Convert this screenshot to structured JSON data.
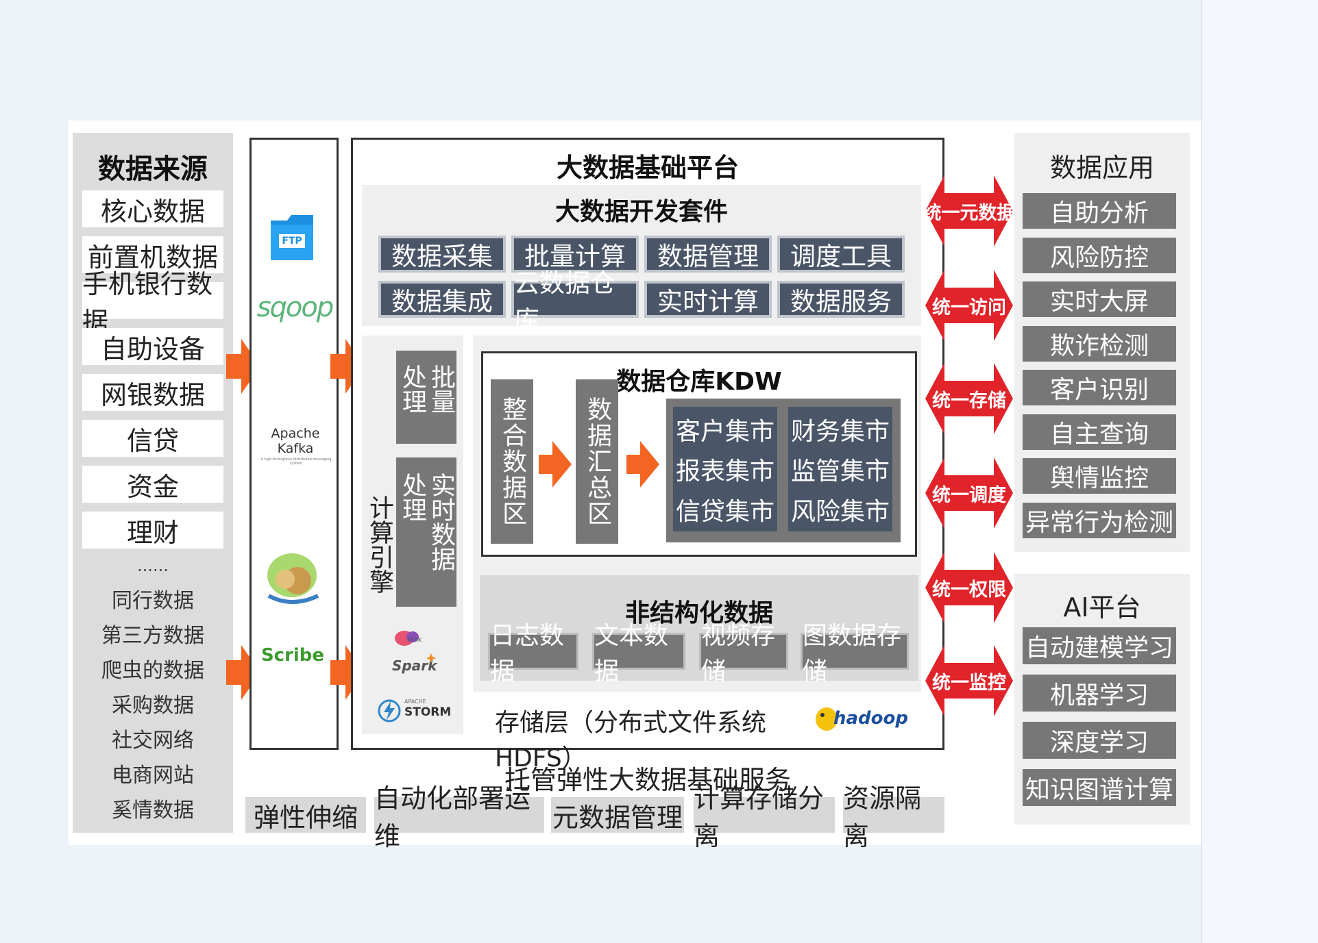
{
  "sources": {
    "title": "数据来源",
    "items": [
      "核心数据",
      "前置机数据",
      "手机银行数据",
      "自助设备",
      "网银数据",
      "信贷",
      "资金",
      "理财"
    ],
    "ellipsis": "......",
    "external": [
      "同行数据",
      "第三方数据",
      "爬虫的数据",
      "采购数据",
      "社交网络",
      "电商网站",
      "奚情数据"
    ]
  },
  "ingest": {
    "ftp": "FTP",
    "sqoop": "sqoop",
    "kafka": "Apache Kafka",
    "kafka_sub": "A high-throughput distributed messaging system",
    "scribe": "Scribe"
  },
  "platform": {
    "title": "大数据基础平台",
    "dev_suite": {
      "title": "大数据开发套件",
      "row1": [
        "数据采集",
        "批量计算",
        "数据管理",
        "调度工具"
      ],
      "row2": [
        "数据集成",
        "云数据仓库",
        "实时计算",
        "数据服务"
      ]
    },
    "engine": {
      "label": "计算引擎",
      "batch": "批量处理",
      "realtime": "实时数据处理",
      "logos": [
        "Flink",
        "Spark",
        "STORM"
      ],
      "storm_pre": "APACHE"
    },
    "kdw": {
      "title": "数据仓库KDW",
      "integrate": "整合数据区",
      "summary": "数据汇总区",
      "marts_left": [
        "客户集市",
        "报表集市",
        "信贷集市"
      ],
      "marts_right": [
        "财务集市",
        "监管集市",
        "风险集市"
      ]
    },
    "unstructured": {
      "title": "非结构化数据",
      "items": [
        "日志数据",
        "文本数据",
        "视频存储",
        "图数据存储"
      ]
    },
    "storage": "存储层（分布式文件系统HDFS）",
    "hadoop": "hadoop"
  },
  "hosting": {
    "title": "托管弹性大数据基础服务",
    "items": [
      "弹性伸缩",
      "自动化部署运维",
      "元数据管理",
      "计算存储分离",
      "资源隔离"
    ]
  },
  "unified": [
    "统一元数据",
    "统一访问",
    "统一存储",
    "统一调度",
    "统一权限",
    "统一监控"
  ],
  "apps": {
    "title": "数据应用",
    "items": [
      "自助分析",
      "风险防控",
      "实时大屏",
      "欺诈检测",
      "客户识别",
      "自主查询",
      "舆情监控",
      "异常行为检测"
    ]
  },
  "ai": {
    "title": "AI平台",
    "items": [
      "自动建模学习",
      "机器学习",
      "深度学习",
      "知识图谱计算"
    ]
  },
  "colors": {
    "accent": "#f26522",
    "red": "#e0242a",
    "dark": "#4a5568",
    "gray": "#777777"
  }
}
